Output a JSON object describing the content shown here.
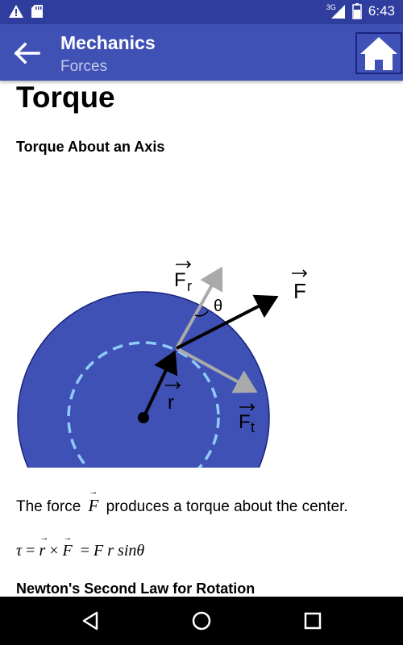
{
  "status_bar": {
    "time": "6:43",
    "network": "3G"
  },
  "app_bar": {
    "title": "Mechanics",
    "subtitle": "Forces"
  },
  "content": {
    "heading": "Torque",
    "section_heading": "Torque About an Axis",
    "diagram_labels": {
      "f_r": "F",
      "f_r_sub": "r",
      "theta": "θ",
      "f": "F",
      "r": "r",
      "f_t": "F",
      "f_t_sub": "t"
    },
    "body_prefix": "The force",
    "body_symbol": "F",
    "body_suffix": "produces a torque about the center.",
    "formula": {
      "tau": "τ",
      "eq1": " = ",
      "r": "r",
      "times": " × ",
      "F": "F",
      "eq2": "  = ",
      "rhs": "F r sinθ"
    },
    "next_heading": "Newton's Second Law for Rotation"
  },
  "colors": {
    "status_bar": "#2f3e9e",
    "app_bar": "#3f51b5",
    "disk": "#3f51b5",
    "dashed_circle": "#90caf9",
    "component_arrows": "#aaaaaa"
  },
  "icons": {
    "back": "arrow-left-icon",
    "home": "home-icon",
    "nav_back": "triangle-back-icon",
    "nav_home": "circle-home-icon",
    "nav_recent": "square-recent-icon"
  }
}
